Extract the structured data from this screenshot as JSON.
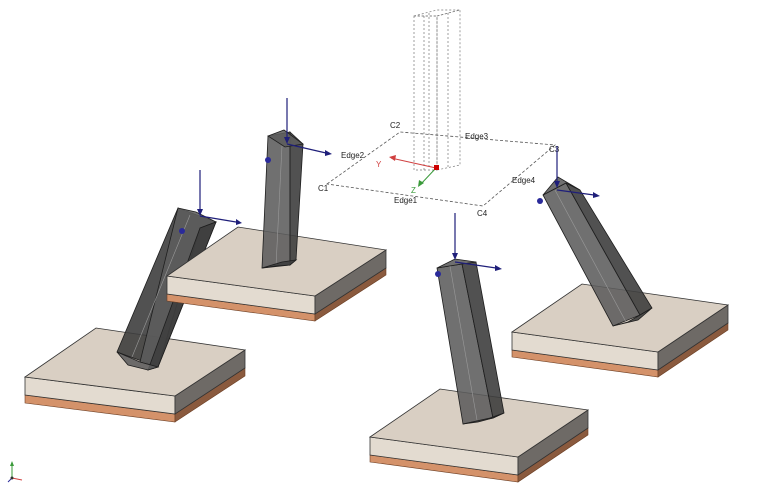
{
  "labels": {
    "corner_1": "C1",
    "corner_2": "C2",
    "corner_3": "C3",
    "corner_4": "C4",
    "edge_1": "Edge1",
    "edge_2": "Edge2",
    "edge_3": "Edge3",
    "edge_4": "Edge4",
    "axis_y": "Y",
    "axis_z": "Z"
  },
  "colors": {
    "load_arrow": "#1f1f7a",
    "y_axis": "#d04040",
    "z_axis": "#3a9a3a",
    "origin_marker": "#cc0000",
    "post": "#5c5c5c",
    "plate_top": "#d9cfc3",
    "plate_copper": "#d4926a"
  }
}
